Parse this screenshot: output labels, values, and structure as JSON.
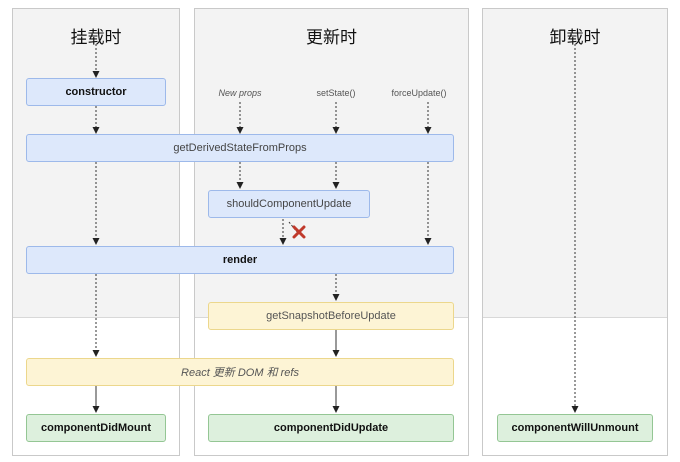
{
  "phases": {
    "mount": "挂载时",
    "update": "更新时",
    "unmount": "卸载时"
  },
  "triggers": {
    "new_props": "New props",
    "set_state": "setState()",
    "force_update": "forceUpdate()"
  },
  "boxes": {
    "constructor": "constructor",
    "get_derived_state": "getDerivedStateFromProps",
    "should_component_update": "shouldComponentUpdate",
    "render": "render",
    "get_snapshot": "getSnapshotBeforeUpdate",
    "react_update_dom": "React 更新 DOM 和 refs",
    "component_did_mount": "componentDidMount",
    "component_did_update": "componentDidUpdate",
    "component_will_unmount": "componentWillUnmount"
  },
  "colors": {
    "blue_box": "#dde8fb",
    "yellow_box": "#fdf4d5",
    "green_box": "#ddf0dd",
    "x_mark": "#c0392b"
  },
  "icons": {
    "false_branch": "x-mark-icon"
  }
}
